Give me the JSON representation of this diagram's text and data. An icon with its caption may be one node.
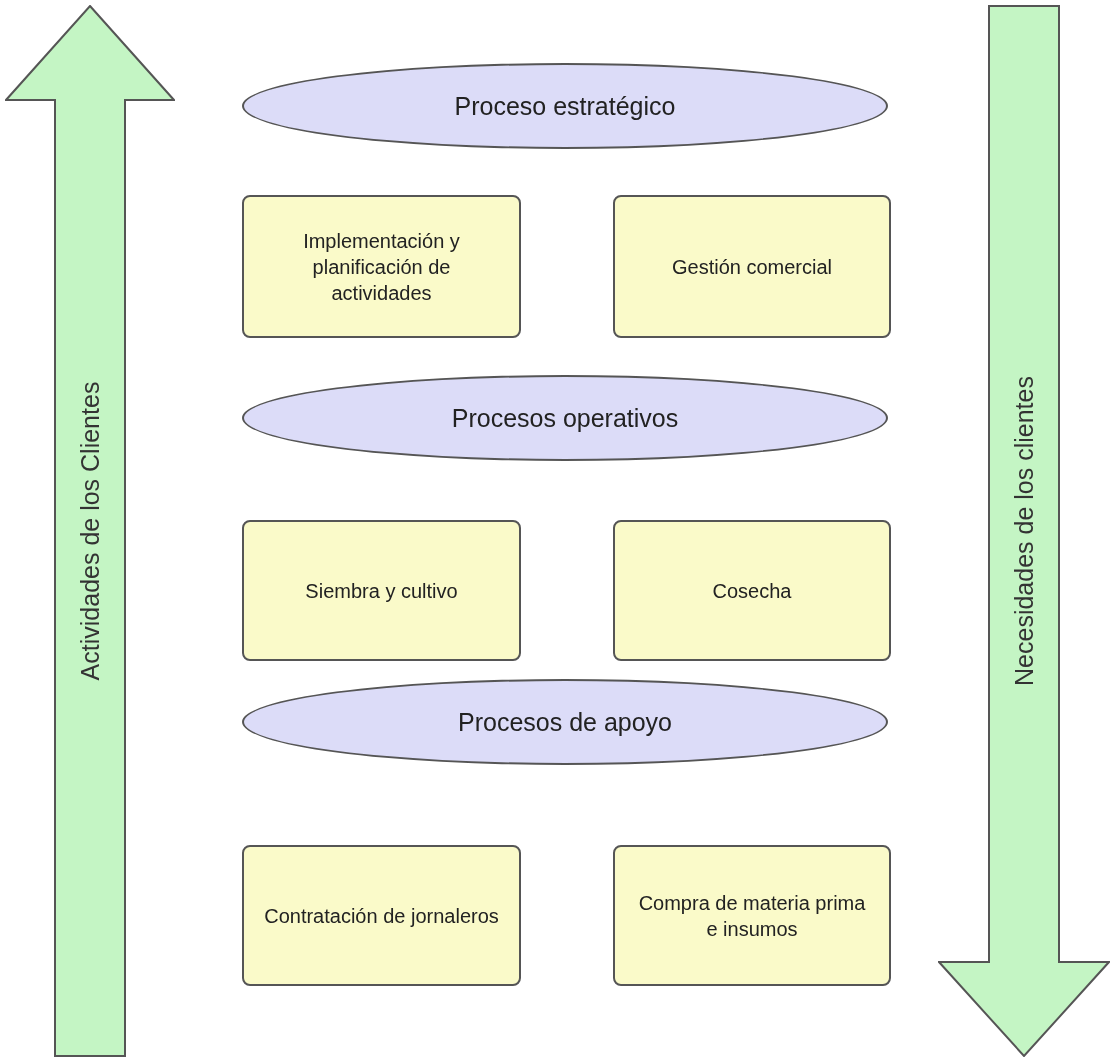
{
  "diagram": {
    "nodes": [
      {
        "text": [
          "Actividades de los Clientes"
        ]
      },
      {
        "text": [
          "Proceso estratégico"
        ]
      },
      {
        "text": [
          "Implementación y planificación de actividades"
        ]
      },
      {
        "text": [
          "Gestión comercial"
        ]
      },
      {
        "text": [
          "Procesos operativos"
        ]
      },
      {
        "text": [
          "Siembra  y cultivo"
        ]
      },
      {
        "text": [
          "Cosecha"
        ]
      },
      {
        "text": [
          "Procesos de apoyo"
        ]
      },
      {
        "text": [
          "Contratación de jornaleros"
        ]
      },
      {
        "text": [
          "Compra de materia prima e insumos"
        ]
      },
      {
        "text": [
          "Necesidades de los clientes"
        ]
      }
    ]
  }
}
